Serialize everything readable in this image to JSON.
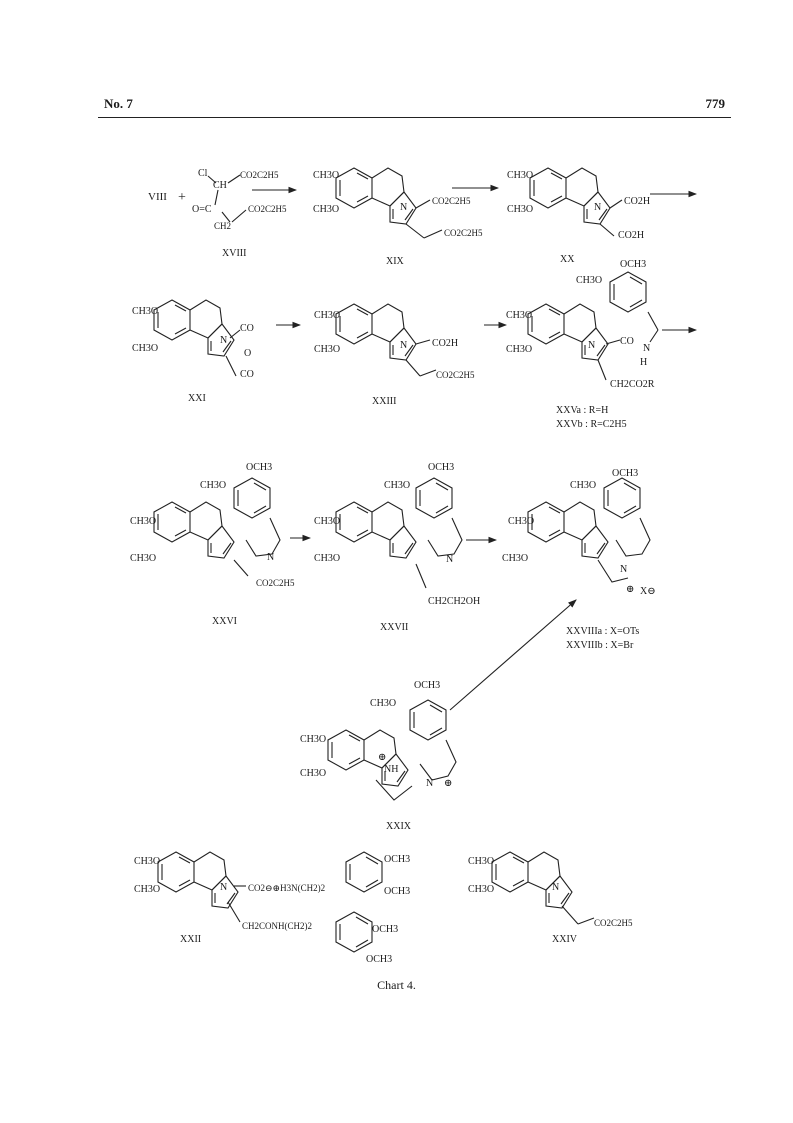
{
  "header": {
    "journal_no": "No. 7",
    "page_number": "779"
  },
  "caption": "Chart 4.",
  "compounds": {
    "viii": "VIII",
    "xviii": "XVIII",
    "xix": "XIX",
    "xx": "XX",
    "xxi": "XXI",
    "xxiii": "XXIII",
    "xxva": "XXVa : R=H",
    "xxvb": "XXVb : R=C2H5",
    "xxvi": "XXVI",
    "xxvii": "XXVII",
    "xxviiia": "XXVIIIa : X=OTs",
    "xxviiib": "XXVIIIb : X=Br",
    "xxix": "XXIX",
    "xxii": "XXII",
    "xxiv": "XXIV"
  },
  "groups": {
    "och3": "CH3O",
    "och3_r": "OCH3",
    "co2et": "CO2C2H5",
    "co2h": "CO2H",
    "co": "CO",
    "o": "O",
    "cl": "Cl",
    "ch": "CH",
    "ch2": "CH2",
    "oeq": "O=C",
    "n": "N",
    "nh_amide": "N",
    "h": "H",
    "ch2co2r": "CH2CO2R",
    "ch2ch2oh": "CH2CH2OH",
    "nh": "NH",
    "plus": "⊕",
    "xminus": "X⊖",
    "nplus": "N",
    "ammonium": "CO2⊖⊕H3N(CH2)2",
    "amide_chain": "CH2CONH(CH2)2",
    "plus_sign": "+"
  }
}
